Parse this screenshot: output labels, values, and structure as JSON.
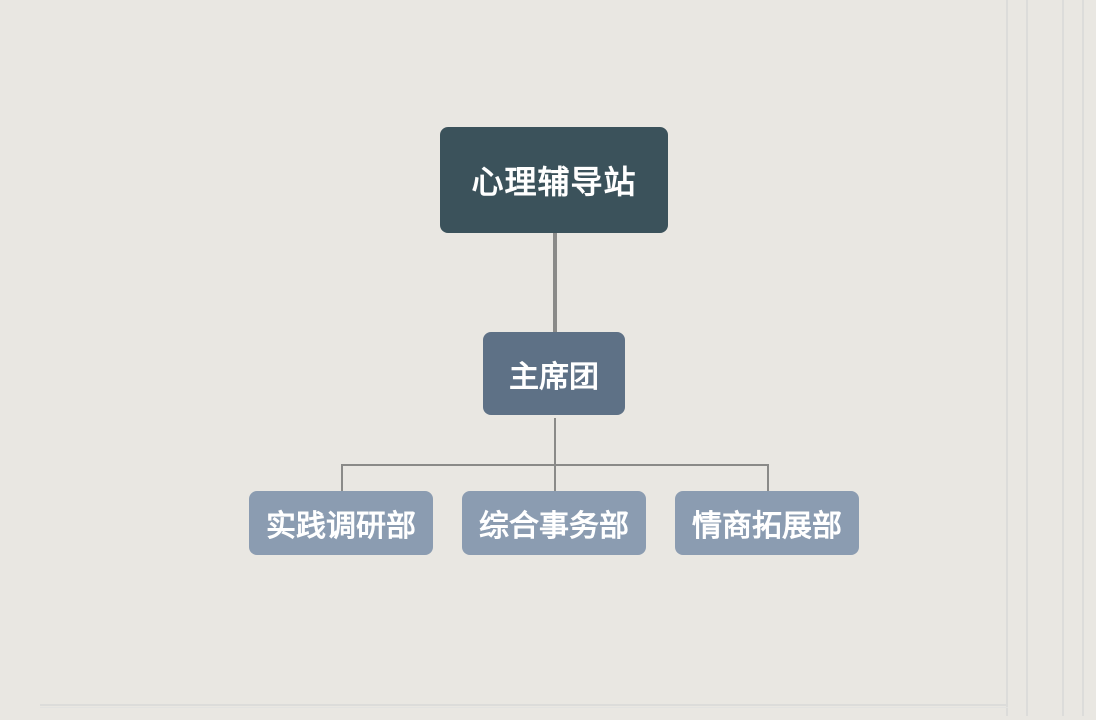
{
  "org_chart": {
    "root": {
      "label": "心理辅导站"
    },
    "level2": {
      "label": "主席团"
    },
    "departments": [
      {
        "label": "实践调研部"
      },
      {
        "label": "综合事务部"
      },
      {
        "label": "情商拓展部"
      }
    ]
  },
  "colors": {
    "background": "#e9e7e2",
    "root_fill": "#3b525b",
    "level2_fill": "#5e7186",
    "department_fill": "#8b9cb1",
    "connector": "#8a8a88",
    "text": "#ffffff"
  }
}
